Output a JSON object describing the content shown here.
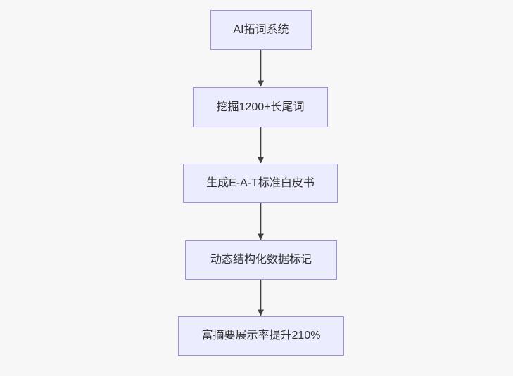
{
  "page": {
    "background_color": "#f7f7f7"
  },
  "flowchart": {
    "type": "flowchart",
    "direction": "top-down",
    "node_fill_color": "#ececff",
    "node_border_color": "#a08fd9",
    "node_text_color": "#333333",
    "arrow_color": "#3f3f3f",
    "nodes": [
      {
        "label": "AI拓词系统"
      },
      {
        "label": "挖掘1200+长尾词"
      },
      {
        "label": "生成E-A-T标准白皮书"
      },
      {
        "label": "动态结构化数据标记"
      },
      {
        "label": "富摘要展示率提升210%"
      }
    ],
    "edges": [
      {
        "from": 0,
        "to": 1,
        "style": "arrow-down"
      },
      {
        "from": 1,
        "to": 2,
        "style": "arrow-down"
      },
      {
        "from": 2,
        "to": 3,
        "style": "arrow-down"
      },
      {
        "from": 3,
        "to": 4,
        "style": "arrow-down"
      }
    ]
  }
}
